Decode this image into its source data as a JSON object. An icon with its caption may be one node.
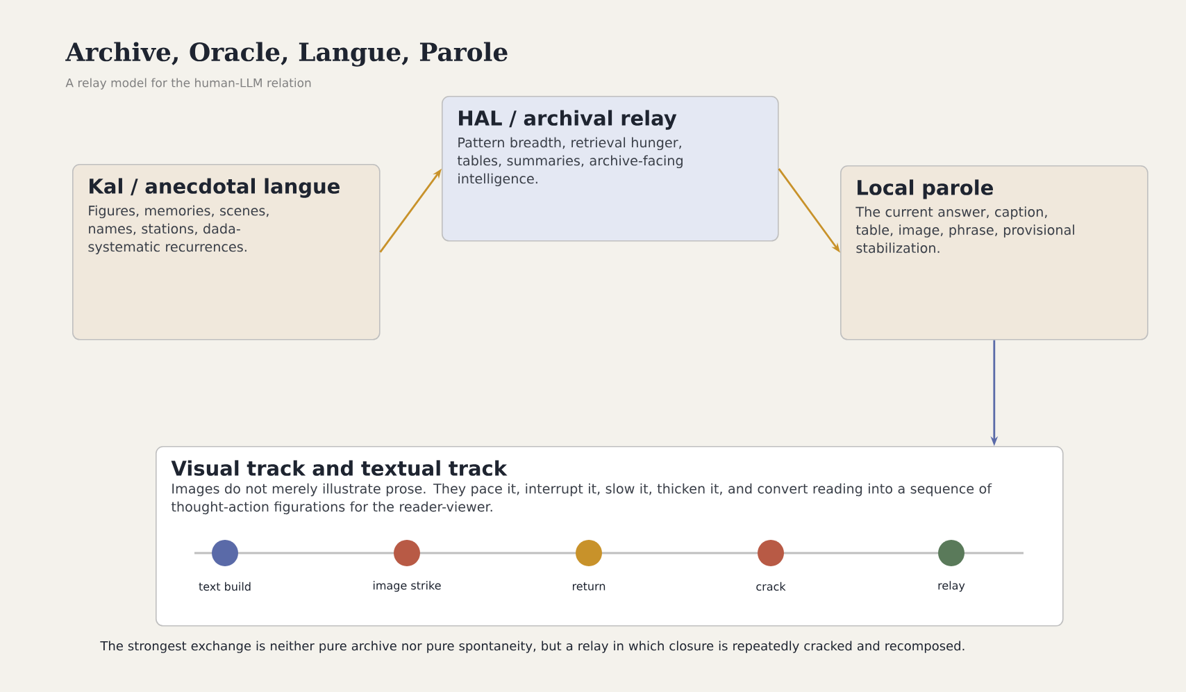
{
  "diagram": {
    "title": "Archive, Oracle, Langue, Parole",
    "caption": "The strongest exchange is neither pure archive nor pure spontaneity, but a relay in which closure is repeatedly cracked and recomposed.",
    "labels": [
      "A relay model for the human-LLM relation"
    ],
    "nodes": [
      {
        "text": [
          "Kal / anecdotal langue",
          "Figures, memories, scenes, names, stations, dada-systematic recurrences."
        ]
      },
      {
        "text": [
          "HAL / archival relay",
          "Pattern breadth, retrieval hunger, tables, summaries, archive-facing intelligence."
        ]
      },
      {
        "text": [
          "Local parole",
          "The current answer, caption, table, image, phrase, provisional stabilization."
        ]
      },
      {
        "text": [
          "Visual track and textual track",
          "Images do not merely illustrate prose. They pace it, interrupt it, slow it, thicken it, and convert reading into a sequence of thought-action figurations for the reader-viewer."
        ]
      },
      {
        "text": [],
        "shape": "circle",
        "in": 3,
        "beside": [
          "text build"
        ]
      },
      {
        "text": [],
        "shape": "circle",
        "in": 3,
        "beside": [
          "image strike"
        ]
      },
      {
        "text": [],
        "shape": "circle",
        "in": 3,
        "beside": [
          "return"
        ]
      },
      {
        "text": [],
        "shape": "circle",
        "in": 3,
        "beside": [
          "crack"
        ]
      },
      {
        "text": [],
        "shape": "circle",
        "in": 3,
        "beside": [
          "relay"
        ]
      }
    ],
    "edges": [
      {
        "from": 0,
        "to": 1,
        "arrow": "to"
      },
      {
        "from": 1,
        "to": 2,
        "arrow": "to"
      },
      {
        "from": 2,
        "to": 3,
        "arrow": "to",
        "color": "#5a6aa8"
      }
    ]
  }
}
